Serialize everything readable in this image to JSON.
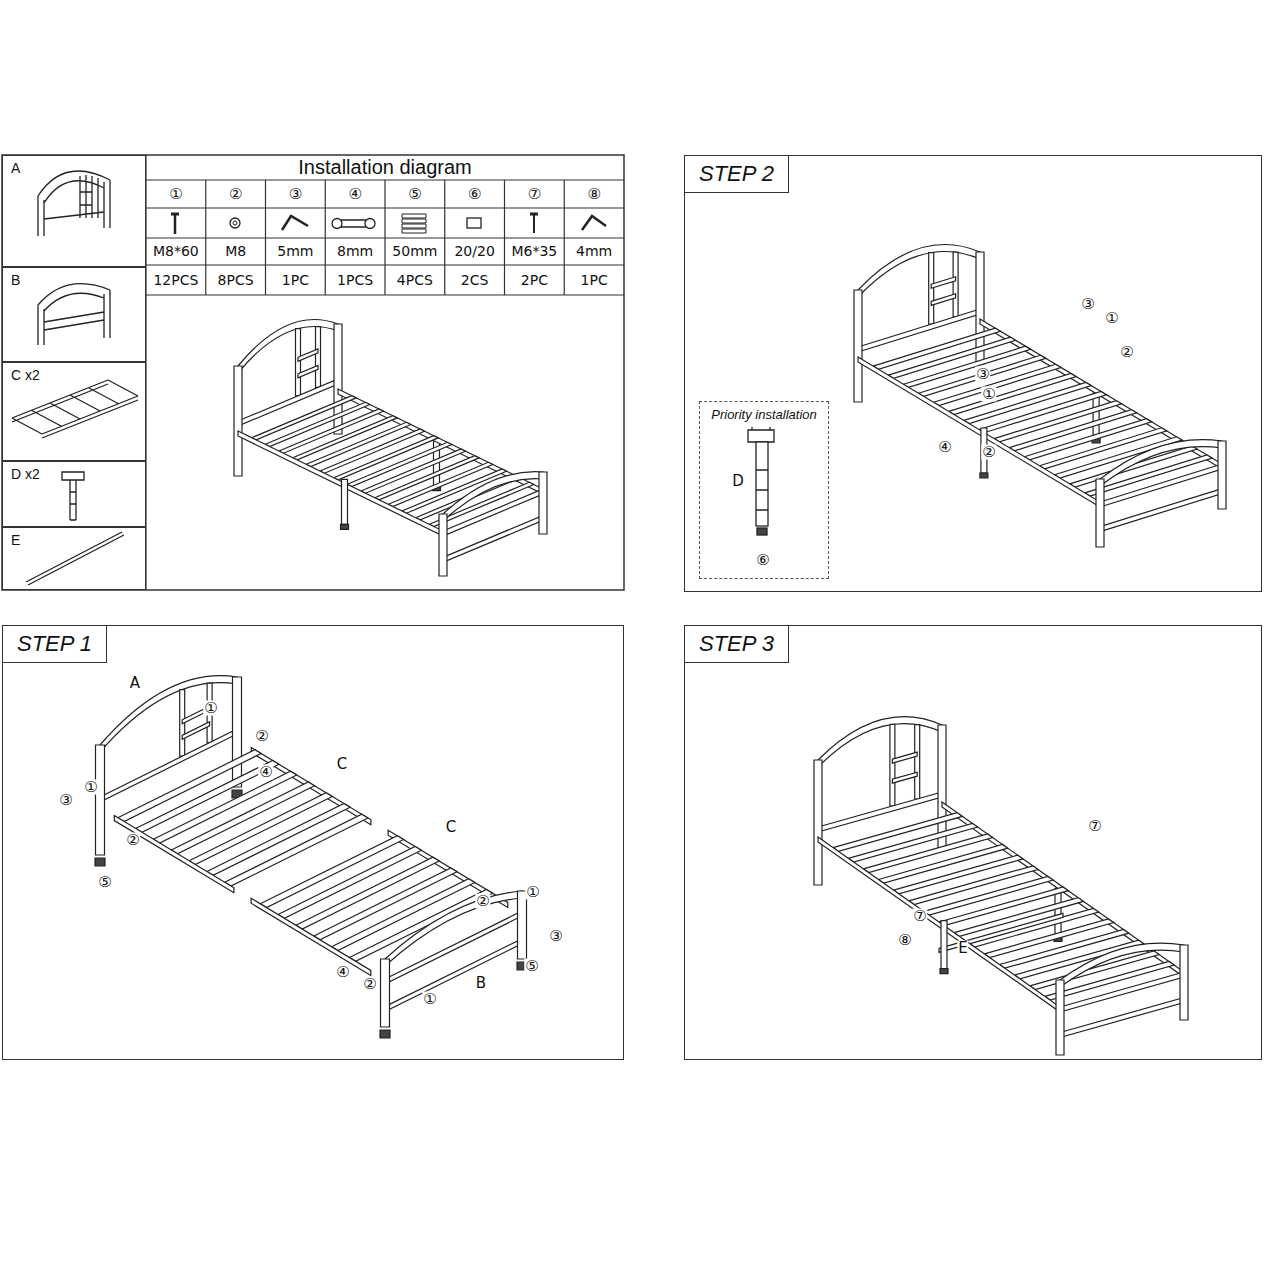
{
  "diagram": {
    "title": "Installation diagram",
    "nodes": [
      {
        "text": [
          "A"
        ]
      },
      {
        "text": [
          "B"
        ]
      },
      {
        "text": [
          "C x2"
        ]
      },
      {
        "text": [
          "D x2"
        ]
      },
      {
        "text": [
          "E"
        ]
      },
      {
        "text": [
          "STEP 2"
        ]
      },
      {
        "text": [
          "Priority installation"
        ],
        "in": 5
      },
      {
        "text": [
          "STEP 1"
        ]
      },
      {
        "text": [
          "STEP 3"
        ]
      }
    ],
    "labels": [
      "①",
      "②",
      "③",
      "④",
      "⑤",
      "⑥",
      "⑦",
      "⑧",
      "M8*60",
      "M8",
      "5mm",
      "8mm",
      "50mm",
      "20/20",
      "M6*35",
      "4mm",
      "12PCS",
      "8PCS",
      "1PC",
      "1PCS",
      "4PCS",
      "2CS",
      "2PC",
      "1PC",
      "③",
      "①",
      "②",
      "③",
      "①",
      "④",
      "②",
      "D",
      "⑥",
      "A",
      "①",
      "②",
      "④",
      "C",
      "①",
      "③",
      "②",
      "⑤",
      "C",
      "①",
      "②",
      "③",
      "④",
      "②",
      "⑤",
      "B",
      "①",
      "⑦",
      "⑦",
      "⑧",
      "E"
    ]
  }
}
